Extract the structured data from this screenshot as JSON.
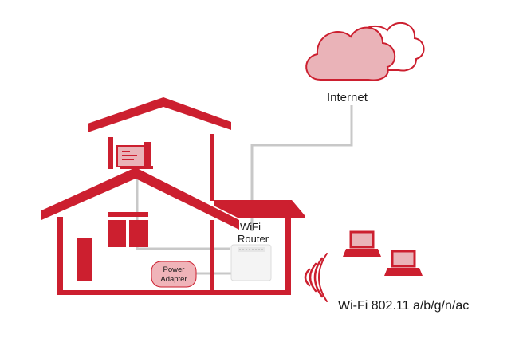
{
  "labels": {
    "internet": "Internet",
    "router_line1": "WiFi",
    "router_line2": "Router",
    "power_line1": "Power",
    "power_line2": "Adapter",
    "wifi_standard": "Wi-Fi 802.11 a/b/g/n/ac"
  },
  "colors": {
    "house_red": "#cc1f2f",
    "cloud_fill": "#eab3b8",
    "cloud_stroke": "#cc1f2f",
    "cable_gray": "#c8c8c8",
    "badge_fill": "#f0b4b9",
    "text_dark": "#1a1a1a"
  },
  "icons": [
    "cloud-icon",
    "desktop-computer-icon",
    "wifi-router-icon",
    "power-adapter-icon",
    "wifi-signal-icon",
    "laptop-icon"
  ]
}
